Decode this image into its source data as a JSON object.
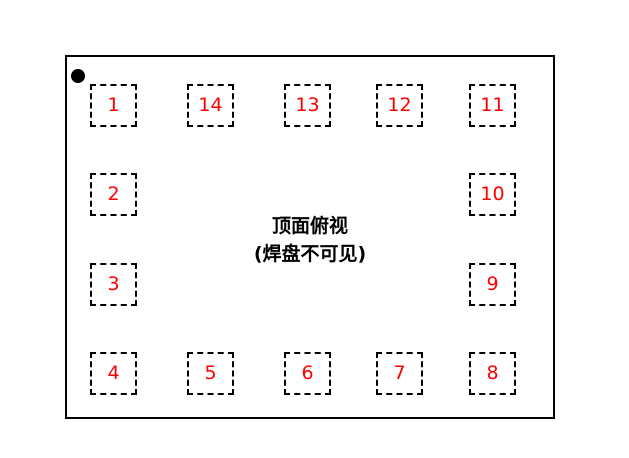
{
  "label": {
    "line1": "顶面俯视",
    "line2": "(焊盘不可见)"
  },
  "colors": {
    "pad_number": "#ff0000",
    "outline": "#000000",
    "background": "#ffffff"
  },
  "pins": {
    "top": [
      "1",
      "14",
      "13",
      "12",
      "11"
    ],
    "left_middle": [
      "2",
      "3"
    ],
    "right_middle": [
      "10",
      "9"
    ],
    "bottom": [
      "4",
      "5",
      "6",
      "7",
      "8"
    ]
  }
}
